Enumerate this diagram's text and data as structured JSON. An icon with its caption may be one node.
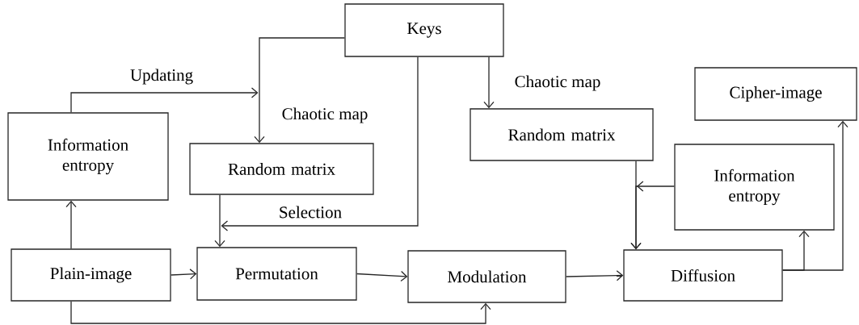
{
  "diagram": {
    "nodes": [
      {
        "text": [
          "Keys"
        ]
      },
      {
        "text": [
          "Information entropy"
        ]
      },
      {
        "text": [
          "Random matrix"
        ]
      },
      {
        "text": [
          "Random matrix"
        ]
      },
      {
        "text": [
          "Cipher-image"
        ]
      },
      {
        "text": [
          "Information entropy"
        ]
      },
      {
        "text": [
          "Plain-image"
        ]
      },
      {
        "text": [
          "Permutation"
        ]
      },
      {
        "text": [
          "Modulation"
        ]
      },
      {
        "text": [
          "Diffusion"
        ]
      }
    ],
    "edges": [
      {
        "from": 0,
        "to": 2,
        "arrow": "to",
        "label": "Chaotic map"
      },
      {
        "from": 1,
        "to": 2,
        "arrow": "to",
        "label": "Updating"
      },
      {
        "from": 0,
        "to": 7,
        "arrow": "to",
        "label": "Selection"
      },
      {
        "from": 2,
        "to": 7,
        "arrow": "to"
      },
      {
        "from": 0,
        "to": 3,
        "arrow": "to",
        "label": "Chaotic map"
      },
      {
        "from": 3,
        "to": 9,
        "arrow": "to"
      },
      {
        "from": 5,
        "to": 9,
        "arrow": "to"
      },
      {
        "from": 6,
        "to": 1,
        "arrow": "to"
      },
      {
        "from": 6,
        "to": 7,
        "arrow": "to"
      },
      {
        "from": 7,
        "to": 8,
        "arrow": "to"
      },
      {
        "from": 6,
        "to": 8,
        "arrow": "to"
      },
      {
        "from": 8,
        "to": 9,
        "arrow": "to"
      },
      {
        "from": 9,
        "to": 5,
        "arrow": "to"
      },
      {
        "from": 9,
        "to": 4,
        "arrow": "to"
      }
    ]
  }
}
